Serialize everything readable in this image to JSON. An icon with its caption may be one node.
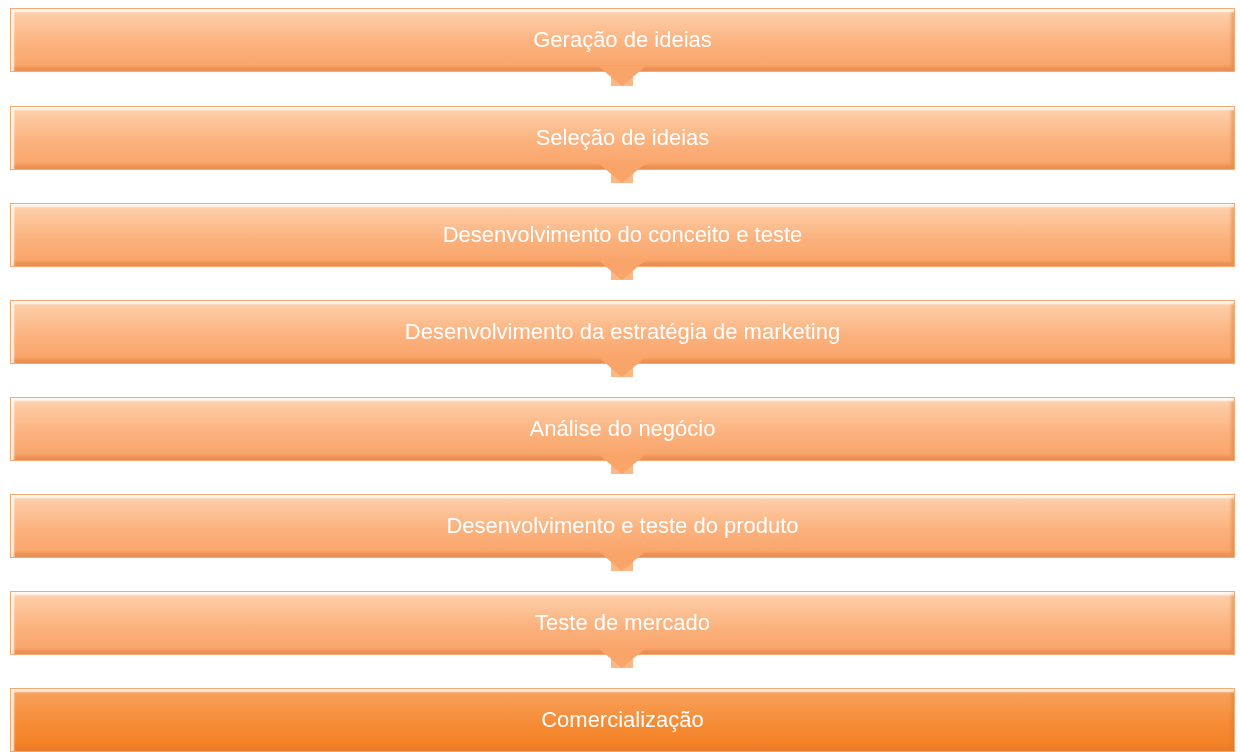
{
  "diagram": {
    "nodes": [
      {
        "text": [
          "Geração de ideias"
        ]
      },
      {
        "text": [
          "Seleção de ideias"
        ]
      },
      {
        "text": [
          "Desenvolvimento do conceito e teste"
        ]
      },
      {
        "text": [
          "Desenvolvimento da estratégia de marketing"
        ]
      },
      {
        "text": [
          "Análise do negócio"
        ]
      },
      {
        "text": [
          "Desenvolvimento e teste do produto"
        ]
      },
      {
        "text": [
          "Teste de mercado"
        ]
      },
      {
        "text": [
          "Comercialização"
        ]
      }
    ],
    "edges": [
      {
        "from": 0,
        "to": 1,
        "arrow": "to"
      },
      {
        "from": 1,
        "to": 2,
        "arrow": "to"
      },
      {
        "from": 2,
        "to": 3,
        "arrow": "to"
      },
      {
        "from": 3,
        "to": 4,
        "arrow": "to"
      },
      {
        "from": 4,
        "to": 5,
        "arrow": "to"
      },
      {
        "from": 5,
        "to": 6,
        "arrow": "to"
      },
      {
        "from": 6,
        "to": 7,
        "arrow": "to"
      }
    ]
  }
}
